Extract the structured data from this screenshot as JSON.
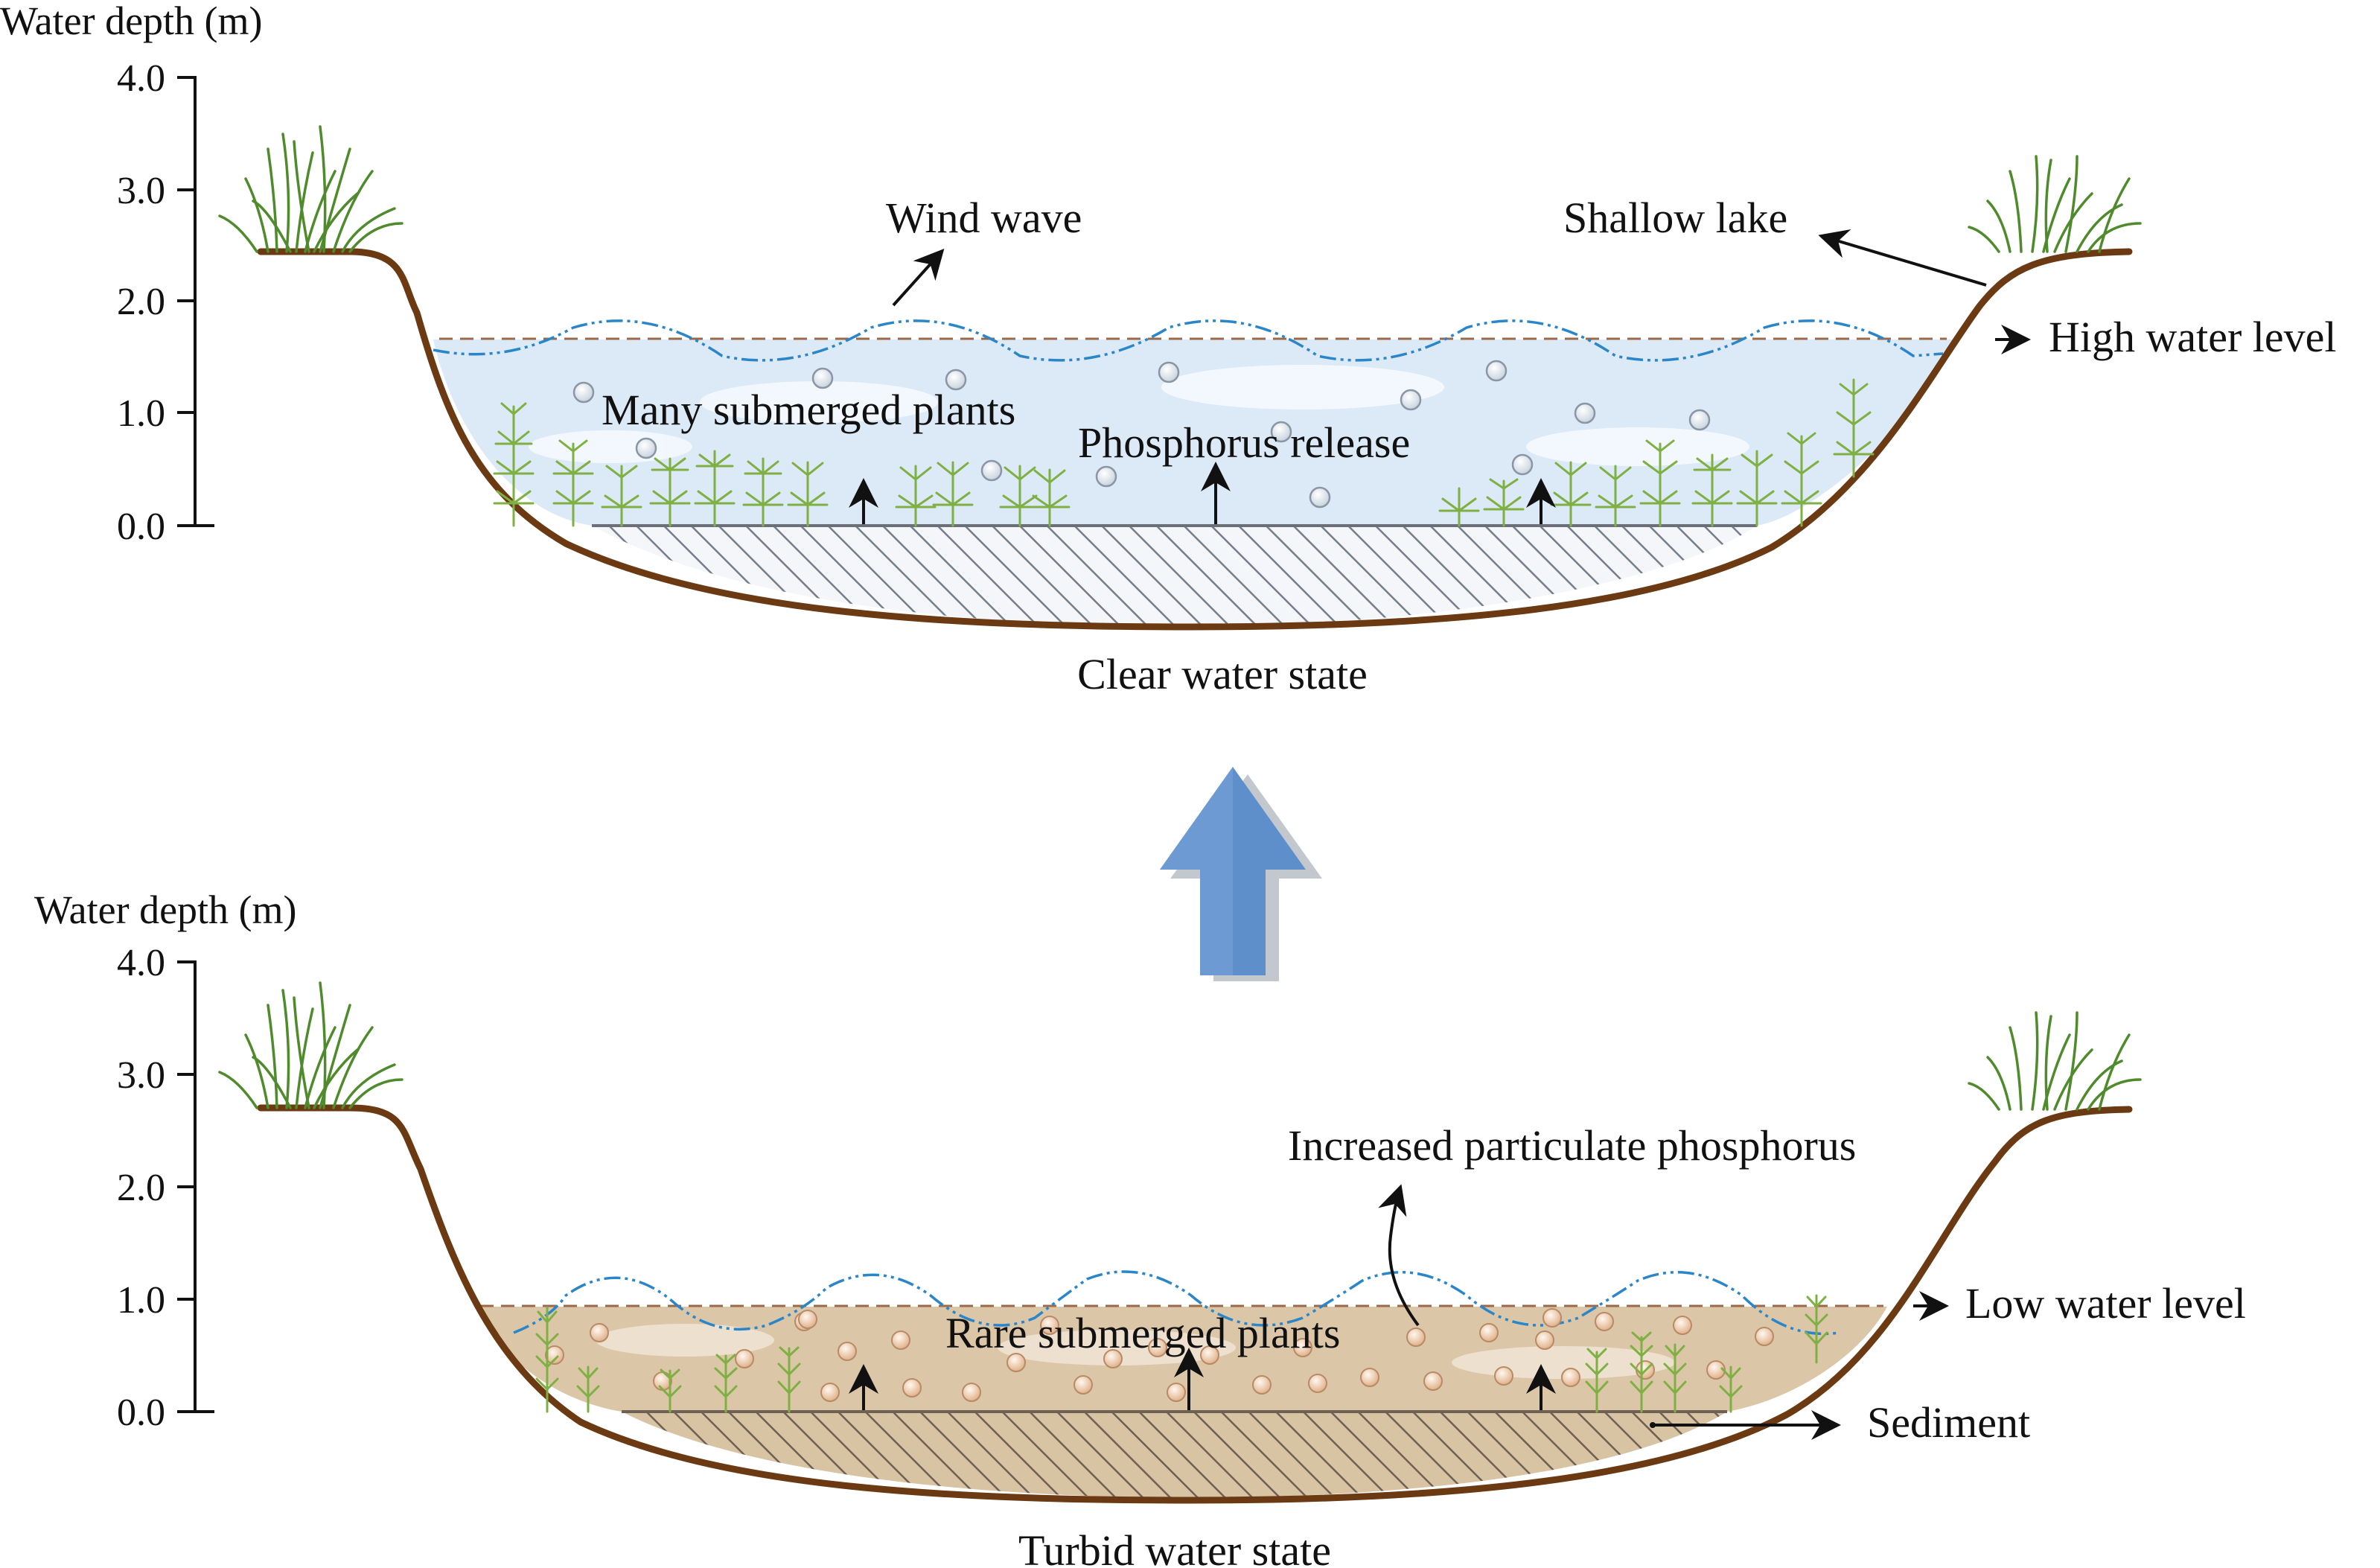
{
  "top_panel": {
    "axis_title": "Water depth (m)",
    "ticks": [
      "4.0",
      "3.0",
      "2.0",
      "1.0",
      "0.0"
    ],
    "labels": {
      "wind_wave": "Wind wave",
      "shallow_lake": "Shallow lake",
      "high_water_level": "High water level",
      "many_submerged_plants": "Many submerged plants",
      "phosphorus_release": "Phosphorus release",
      "state": "Clear water state"
    }
  },
  "bottom_panel": {
    "axis_title": "Water depth (m)",
    "ticks": [
      "4.0",
      "3.0",
      "2.0",
      "1.0",
      "0.0"
    ],
    "labels": {
      "increased_particulate_phosphorus": "Increased particulate phosphorus",
      "low_water_level": "Low water level",
      "rare_submerged_plants": "Rare submerged plants",
      "sediment": "Sediment",
      "state": "Turbid water state"
    }
  },
  "colors": {
    "clear_water": "#dce9f7",
    "turbid_water": "#dcc6a8",
    "lake_bed": "#6b3a12",
    "wave_line": "#2a86c9",
    "transition_arrow": "#5f8fcb",
    "plant": "#7fb043",
    "grass": "#4f8a2c"
  }
}
